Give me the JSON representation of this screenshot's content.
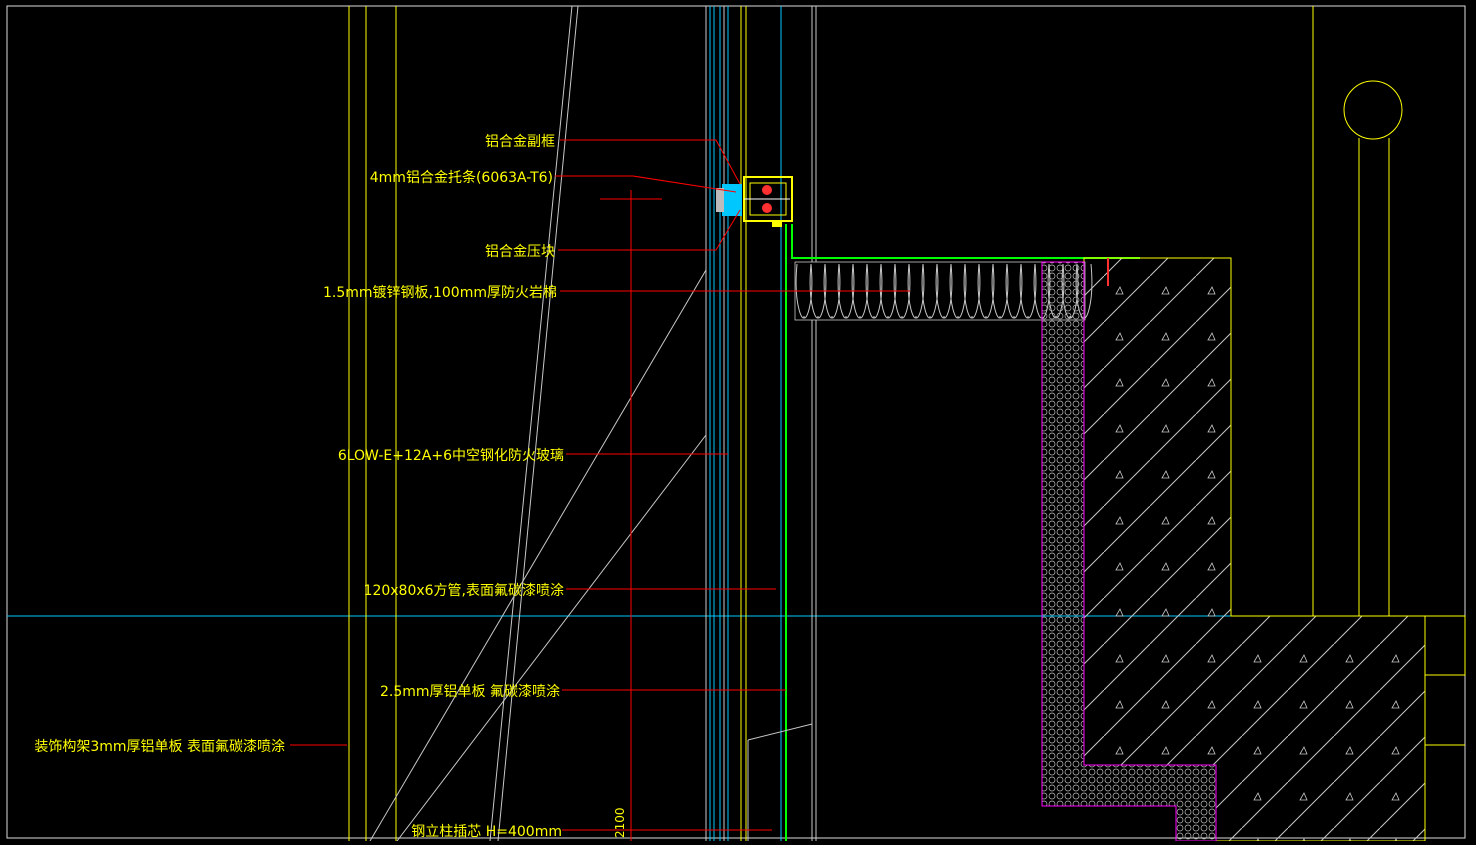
{
  "drawing": {
    "background": "#000000",
    "colors": {
      "yellow": "#ffff00",
      "red": "#ff0000",
      "cyan": "#00c8ff",
      "green": "#00ff00",
      "magenta": "#ff00ff",
      "white": "#ffffff",
      "gray": "#c8c8c8"
    },
    "labels": {
      "aluminum_sub_frame": "铝合金副框",
      "aluminum_bracket": "4mm铝合金托条(6063A-T6)",
      "aluminum_press_block": "铝合金压块",
      "fire_rock_wool": "1.5mm镀锌钢板,100mm厚防火岩棉",
      "fire_glass": "6LOW-E+12A+6中空钢化防火玻璃",
      "square_tube": "120x80x6方管,表面氟碳漆喷涂",
      "aluminum_panel_2_5": "2.5mm厚铝单板 氟碳漆喷涂",
      "decor_frame": "装饰构架3mm厚铝单板 表面氟碳漆喷涂",
      "steel_insert": "钢立柱插芯 H=400mm",
      "dimension_2100": "2100"
    }
  }
}
